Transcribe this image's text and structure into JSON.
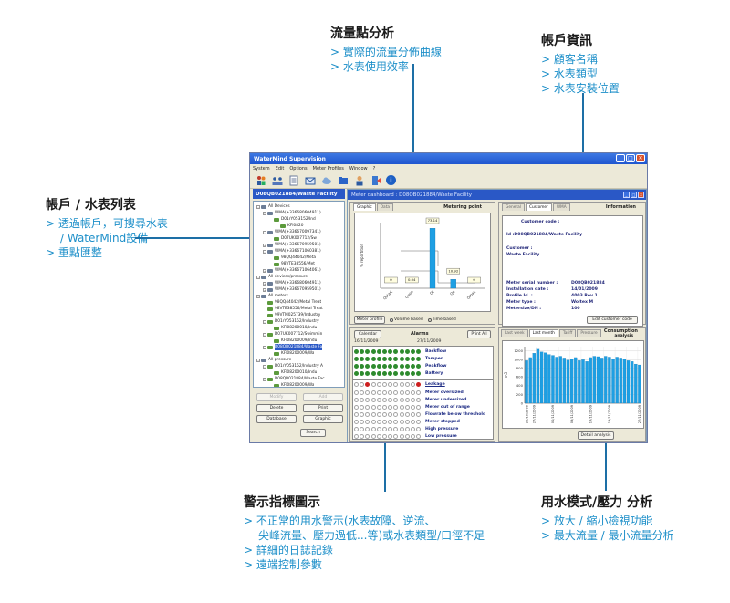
{
  "callouts": {
    "flow_analysis": {
      "title": "流量點分析",
      "items": [
        "> 實際的流量分佈曲線",
        "> 水表使用效率"
      ]
    },
    "account_info": {
      "title": "帳戶資訊",
      "items": [
        "> 顧客名稱",
        "> 水表類型",
        "> 水表安裝位置"
      ]
    },
    "account_list": {
      "title": "帳戶 / 水表列表",
      "items": [
        "> 透過帳戶，可搜尋水表",
        "/ WaterMind設備",
        "> 重點匯整"
      ]
    },
    "alarm_indicator": {
      "title": "警示指標圖示",
      "items": [
        "> 不正常的用水警示(水表故障、逆流、",
        "尖峰流量、壓力過低...等)或水表類型/口徑不足",
        "> 詳細的日誌記錄",
        "> 遠端控制參數"
      ]
    },
    "usage_mode": {
      "title": "用水模式/壓力 分析",
      "items": [
        "> 放大 / 縮小檢視功能",
        "> 最大流量 / 最小流量分析"
      ]
    }
  },
  "window": {
    "title": "WaterMind Supervision",
    "controls": [
      "_",
      "□",
      "✕"
    ],
    "menu": [
      "System",
      "Edit",
      "Options",
      "Meter Profiles",
      "Window",
      "?"
    ],
    "toolbar_icons": [
      "users-icon",
      "group-icon",
      "document-icon",
      "mail-icon",
      "cloud-icon",
      "folder-icon",
      "person-icon",
      "exit-icon",
      "info-icon"
    ],
    "info_glyph": "i"
  },
  "left_panel": {
    "title": "D08QB021884/Waste Facility",
    "tree": [
      {
        "label": "All Devices",
        "level": 0,
        "type": "dev",
        "pm": "-"
      },
      {
        "label": "WMA(+336680604911)",
        "level": 1,
        "type": "dev",
        "pm": "-"
      },
      {
        "label": "D01rY053152/Ind",
        "level": 2,
        "type": "meter",
        "pm": ""
      },
      {
        "label": "KFI0820",
        "level": 3,
        "type": "meter",
        "pm": ""
      },
      {
        "label": "WMA(+336670097341)",
        "level": 1,
        "type": "dev",
        "pm": "-"
      },
      {
        "label": "D07UK007712/Sw",
        "level": 2,
        "type": "meter",
        "pm": ""
      },
      {
        "label": "WMA(+336670959501)",
        "level": 1,
        "type": "dev",
        "pm": "+"
      },
      {
        "label": "WMA(+336671060381)",
        "level": 1,
        "type": "dev",
        "pm": "-"
      },
      {
        "label": "98QQ44042/Meta",
        "level": 2,
        "type": "meter",
        "pm": ""
      },
      {
        "label": "98VTE38556/Met",
        "level": 2,
        "type": "meter",
        "pm": ""
      },
      {
        "label": "WMA(+336671064061)",
        "level": 1,
        "type": "dev",
        "pm": "+"
      },
      {
        "label": "All devices/pressure",
        "level": 0,
        "type": "dev",
        "pm": "-"
      },
      {
        "label": "WMA(+336680604911)",
        "level": 1,
        "type": "dev",
        "pm": "+"
      },
      {
        "label": "WMA(+336670959501)",
        "level": 1,
        "type": "dev",
        "pm": "+"
      },
      {
        "label": "All meters",
        "level": 0,
        "type": "dev",
        "pm": "-"
      },
      {
        "label": "98QQ44042/Metal Treat",
        "level": 1,
        "type": "meter",
        "pm": ""
      },
      {
        "label": "98VTE38556/Metal Treat",
        "level": 1,
        "type": "meter",
        "pm": ""
      },
      {
        "label": "99VTM025739/Industry",
        "level": 1,
        "type": "meter",
        "pm": ""
      },
      {
        "label": "D01rY053152/Industry",
        "level": 1,
        "type": "meter",
        "pm": "-"
      },
      {
        "label": "KFI08200010/Indu",
        "level": 2,
        "type": "meter",
        "pm": ""
      },
      {
        "label": "D07UK007712/Swimmin",
        "level": 1,
        "type": "meter",
        "pm": "-"
      },
      {
        "label": "KFI08200009/Indu",
        "level": 2,
        "type": "meter",
        "pm": ""
      },
      {
        "label": "D08QB021884/Waste Fa",
        "level": 1,
        "type": "meter",
        "pm": "-",
        "selected": true
      },
      {
        "label": "KFI08200009/Wa",
        "level": 2,
        "type": "meter",
        "pm": ""
      },
      {
        "label": "All pressure",
        "level": 0,
        "type": "dev",
        "pm": "-"
      },
      {
        "label": "D01rY053152/Industry A",
        "level": 1,
        "type": "meter",
        "pm": "-"
      },
      {
        "label": "KFI08200010/Indu",
        "level": 2,
        "type": "meter",
        "pm": ""
      },
      {
        "label": "D08QB021884/Waste Fac",
        "level": 1,
        "type": "meter",
        "pm": "-"
      },
      {
        "label": "KFI08200009/Wa",
        "level": 2,
        "type": "meter",
        "pm": ""
      }
    ],
    "buttons": {
      "modify": "Modify",
      "add": "Add",
      "delete": "Delete",
      "print": "Print",
      "database": "Database",
      "graphic": "Graphic",
      "search": "Search"
    }
  },
  "dashboard": {
    "title": "Meter dashboard : D08QB021884/Waste Facility",
    "metering": {
      "tabs": [
        "Graphic",
        "Data"
      ],
      "title": "Metering point",
      "meter_profile_button": "Meter profile",
      "radio_volume": "Volume based",
      "radio_time": "Time based"
    },
    "info": {
      "tabs": [
        "General",
        "Customer",
        "WMA"
      ],
      "title": "Information",
      "customer_code_label": "Customer code :",
      "customer_code_value": "Id :D08QB021884/Waste Facility",
      "customer_label": "Customer :",
      "customer_value": "Waste Facility",
      "rows": [
        {
          "label": "Meter serial number :",
          "value": "D08QB021884"
        },
        {
          "label": "Installation date :",
          "value": "14/01/2009"
        },
        {
          "label": "Profile Id. :",
          "value": "4003 Rev 1"
        },
        {
          "label": "Meter type :",
          "value": "Woltex M"
        },
        {
          "label": "Metersize/DN :",
          "value": "100"
        }
      ],
      "edit_button": "Edit customer code"
    },
    "alarms": {
      "calendar_button": "Calendar",
      "title": "Alarms",
      "print_button": "Print All",
      "date_from": "16/11/2009",
      "date_to": "27/11/2009",
      "rows": [
        {
          "label": "Backflow",
          "state": "ok",
          "link": false
        },
        {
          "label": "Tamper",
          "state": "ok",
          "link": false
        },
        {
          "label": "Peakflow",
          "state": "ok",
          "link": false
        },
        {
          "label": "Battery",
          "state": "ok",
          "link": false
        },
        {
          "label": "Leakage",
          "state": "leak",
          "link": true
        },
        {
          "label": "Meter oversized",
          "state": "grey",
          "link": false
        },
        {
          "label": "Meter undersized",
          "state": "grey",
          "link": false
        },
        {
          "label": "Meter out of range",
          "state": "grey",
          "link": false
        },
        {
          "label": "Flowrate below threshold",
          "state": "grey",
          "link": false
        },
        {
          "label": "Meter stopped",
          "state": "grey",
          "link": false
        },
        {
          "label": "High pressure",
          "state": "grey",
          "link": false
        },
        {
          "label": "Low pressure",
          "state": "grey",
          "link": false
        }
      ]
    },
    "consumption": {
      "tabs": [
        "Last week",
        "Last month",
        "Tariff",
        "Pressure"
      ],
      "title": "Consumption",
      "subtitle": "analysis",
      "ylabel": "m3",
      "detail_button": "Detail analysis"
    }
  },
  "chart_data": [
    {
      "type": "bar",
      "name": "Metering point",
      "ylabel": "% repartition",
      "categories": [
        "Qstart",
        "Qmin",
        "Qt",
        "Qn",
        "Qmax"
      ],
      "values": [
        0,
        0.04,
        73.14,
        10.92,
        0
      ],
      "value_labels": [
        "0",
        "0.04",
        "73.14",
        "10.92",
        "0"
      ],
      "ylim": [
        0,
        80
      ],
      "grid": false
    },
    {
      "type": "bar",
      "name": "Consumption analysis",
      "ylabel": "m3",
      "categories": [
        "28/10/2009",
        "29/10/2009",
        "30/10/2009",
        "31/10/2009",
        "01/11/2009",
        "02/11/2009",
        "03/11/2009",
        "04/11/2009",
        "05/11/2009",
        "06/11/2009",
        "07/11/2009",
        "08/11/2009",
        "09/11/2009",
        "10/11/2009",
        "11/11/2009",
        "12/11/2009",
        "13/11/2009",
        "14/11/2009",
        "15/11/2009",
        "16/11/2009",
        "17/11/2009",
        "18/11/2009",
        "19/11/2009",
        "20/11/2009",
        "21/11/2009",
        "22/11/2009",
        "23/11/2009",
        "24/11/2009",
        "25/11/2009",
        "26/11/2009",
        "27/11/2009"
      ],
      "tick_labels": [
        "28/10/2009",
        "27/11/2009",
        "04/11/2009",
        "09/11/2009",
        "14/11/2009",
        "19/11/2009",
        "27/11/2009"
      ],
      "values": [
        980,
        1050,
        1150,
        1240,
        1180,
        1160,
        1120,
        1100,
        1060,
        1080,
        1040,
        990,
        1020,
        1050,
        980,
        1000,
        960,
        1050,
        1080,
        1070,
        1040,
        1080,
        1060,
        1010,
        1060,
        1040,
        1020,
        980,
        960,
        900,
        880
      ],
      "yticks": [
        0,
        200,
        400,
        600,
        800,
        1000,
        1200
      ],
      "ylim": [
        0,
        1300
      ],
      "grid": true
    }
  ],
  "colors": {
    "accent": "#1d8fc9",
    "leader": "#1d6fa6",
    "window_title": "#2a58c6",
    "bar": "#1e9fe3",
    "alarm_ok": "#2e8b2e",
    "alarm_red": "#cc1f1f"
  }
}
